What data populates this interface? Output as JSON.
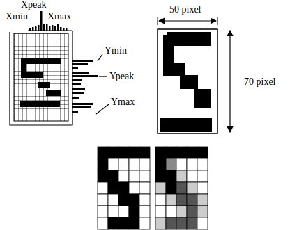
{
  "diagram": {
    "labels": [
      "Xpeak",
      "Xmin",
      "Xmax",
      "Ymin",
      "Ypeak",
      "Ymax",
      "50 pixel",
      "70 pixel"
    ]
  }
}
